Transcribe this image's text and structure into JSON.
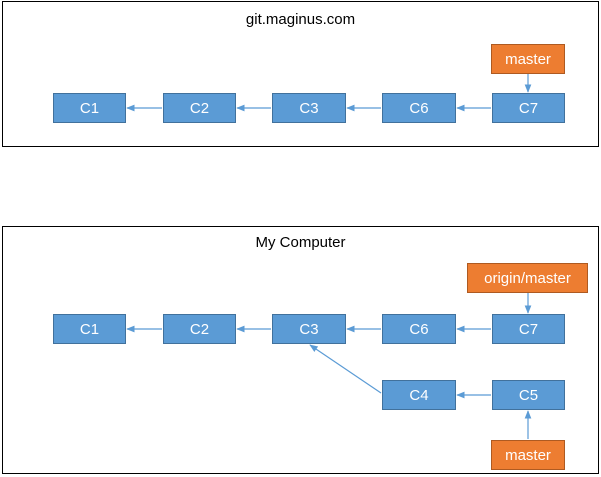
{
  "colors": {
    "commit_fill": "#5b9bd5",
    "ref_fill": "#ed7d31",
    "arrow": "#5b9bd5"
  },
  "remote": {
    "title": "git.maginus.com",
    "commits": {
      "c1": "C1",
      "c2": "C2",
      "c3": "C3",
      "c6": "C6",
      "c7": "C7"
    },
    "refs": {
      "master": "master"
    }
  },
  "local": {
    "title": "My Computer",
    "commits": {
      "c1": "C1",
      "c2": "C2",
      "c3": "C3",
      "c6": "C6",
      "c7": "C7",
      "c4": "C4",
      "c5": "C5"
    },
    "refs": {
      "origin_master": "origin/master",
      "master": "master"
    }
  }
}
